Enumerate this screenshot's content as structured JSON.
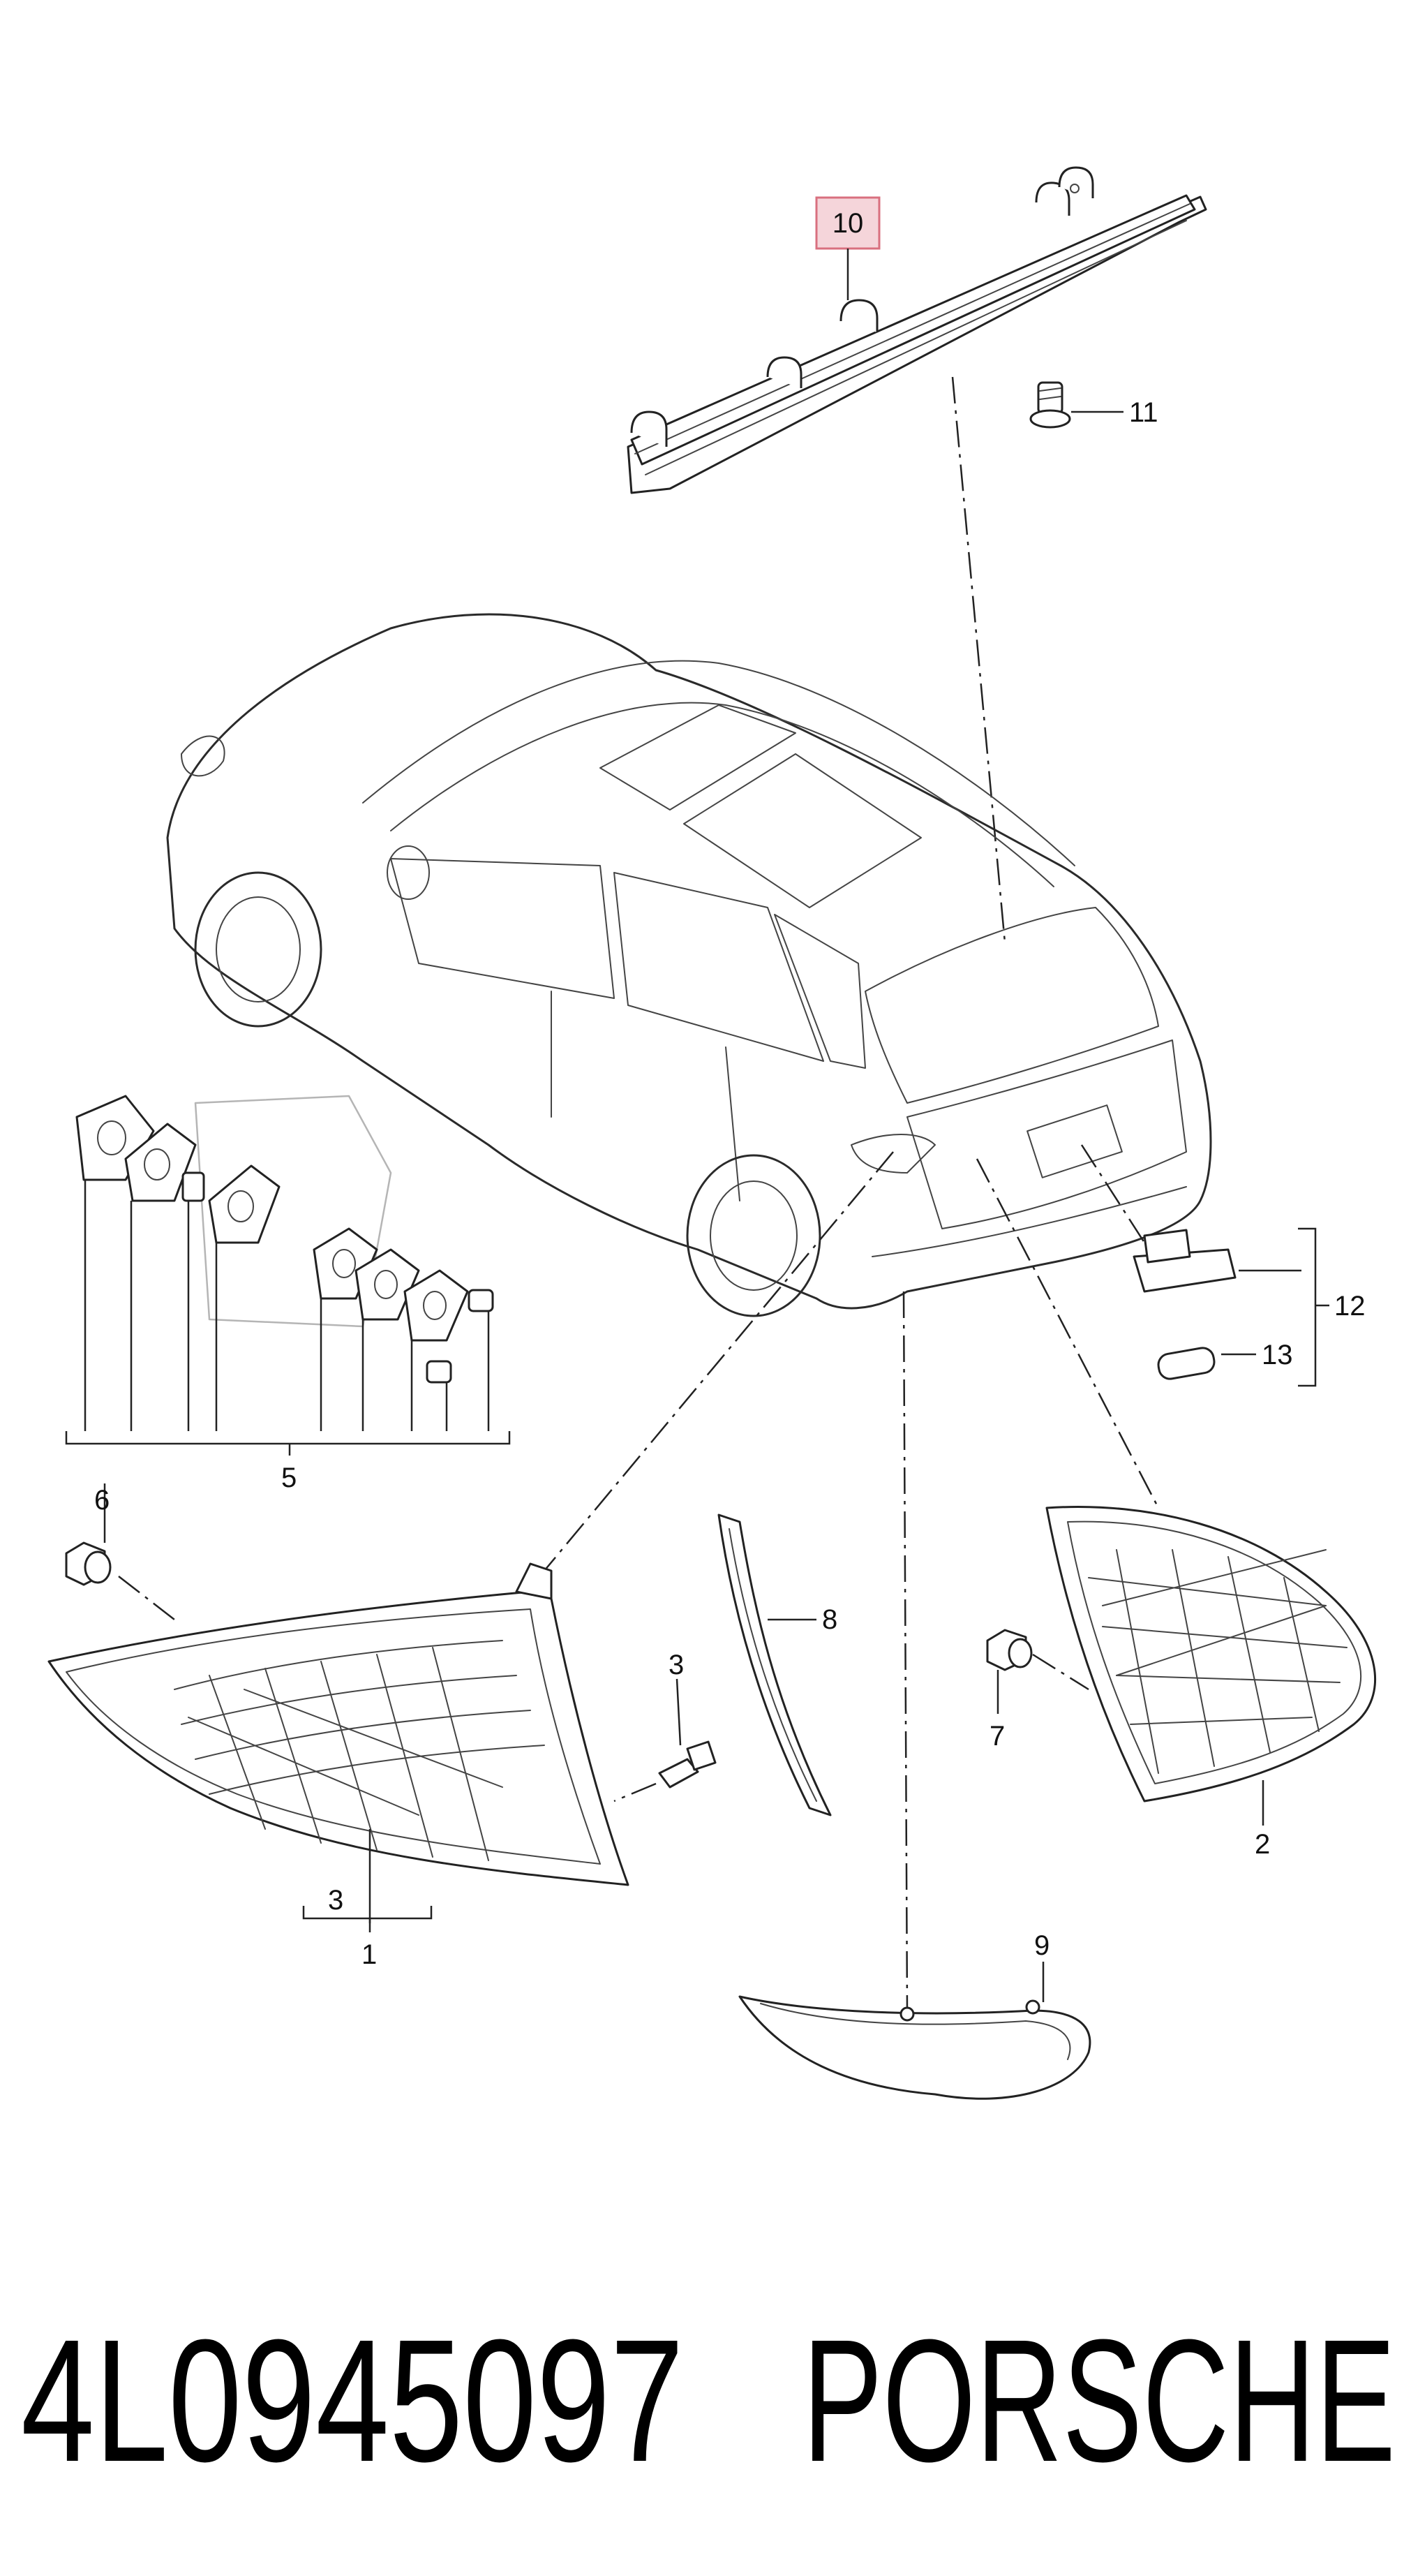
{
  "diagram": {
    "callouts": {
      "c1": "1",
      "c2": "2",
      "c3a": "3",
      "c3b": "3",
      "c5": "5",
      "c6": "6",
      "c7": "7",
      "c8": "8",
      "c9": "9",
      "c10": "10",
      "c11": "11",
      "c12": "12",
      "c13": "13"
    },
    "highlighted_callout": "10",
    "highlight_color": "#f5d5da",
    "highlight_border": "#d9707f"
  },
  "footer": {
    "part_number": "4L0945097",
    "brand": "PORSCHE"
  }
}
